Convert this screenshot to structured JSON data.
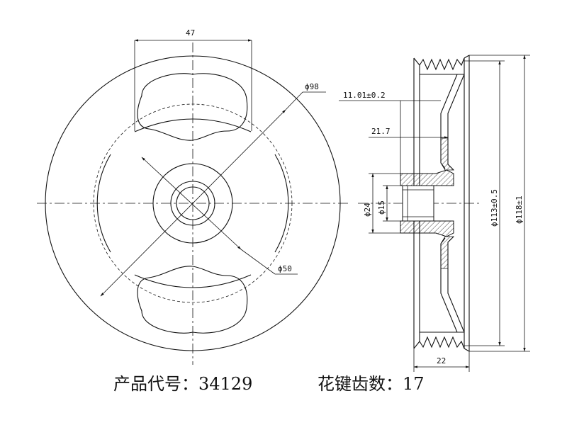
{
  "front_view": {
    "dim_width": "47",
    "dim_outer_dia": "ϕ98",
    "dim_hub_dia": "ϕ50"
  },
  "section_view": {
    "dim_offset": "11.01±0.2",
    "dim_depth": "21.7",
    "dim_bore_outer": "ϕ24",
    "dim_bore_inner": "ϕ15",
    "dim_groove_dia": "ϕ113±0.5",
    "dim_overall_dia": "ϕ118±1",
    "dim_width": "22"
  },
  "captions": {
    "product_code": "产品代号：34129",
    "spline_teeth": "花键齿数：17"
  }
}
